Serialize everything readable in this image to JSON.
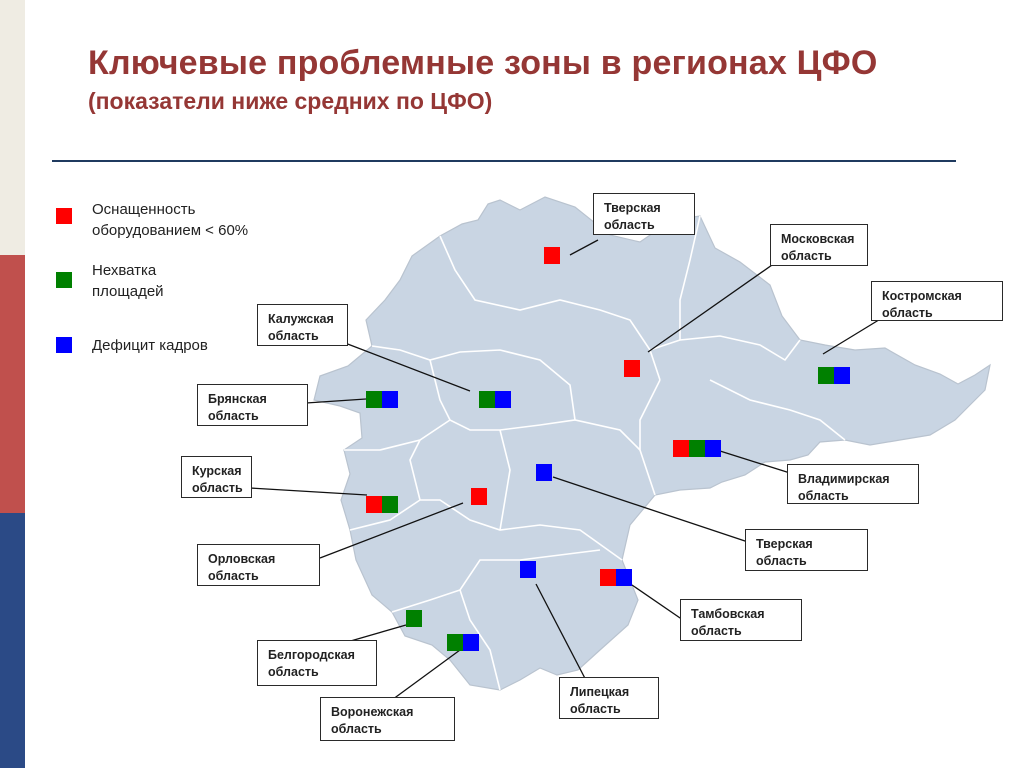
{
  "title": "Ключевые проблемные зоны в регионах ЦФО",
  "subtitle": "(показатели ниже средних по ЦФО)",
  "colors": {
    "red": "#ff0000",
    "green": "#008000",
    "blue": "#0000ff",
    "map": "#c9d5e3",
    "accent": "#953735"
  },
  "legend": [
    {
      "color": "red",
      "label": "Оснащенность\nоборудованием < 60%"
    },
    {
      "color": "green",
      "label": "Нехватка\nплощадей"
    },
    {
      "color": "blue",
      "label": "Дефицит кадров"
    }
  ],
  "regions": [
    {
      "id": "tver",
      "label": "Тверская\nобласть",
      "markers": [
        "red"
      ]
    },
    {
      "id": "moscow",
      "label": "Московская\nобласть",
      "markers": [
        "red"
      ]
    },
    {
      "id": "kostroma",
      "label": "Костромская\nобласть",
      "markers": [
        "green",
        "blue"
      ]
    },
    {
      "id": "kaluga",
      "label": "Калужская\nобласть",
      "markers": [
        "green",
        "blue"
      ]
    },
    {
      "id": "bryansk",
      "label": "Брянская\nобласть",
      "markers": [
        "green",
        "blue"
      ]
    },
    {
      "id": "kursk",
      "label": "Курская\nобласть",
      "markers": [
        "red",
        "green"
      ]
    },
    {
      "id": "vladimir",
      "label": "Владимирская\nобласть",
      "markers": [
        "red",
        "green",
        "blue"
      ]
    },
    {
      "id": "oryol",
      "label": "Орловская\nобласть",
      "markers": [
        "red"
      ]
    },
    {
      "id": "tver2",
      "label": "Тверская\nобласть",
      "markers": [
        "blue"
      ]
    },
    {
      "id": "tambov",
      "label": "Тамбовская\nобласть",
      "markers": [
        "red",
        "blue"
      ]
    },
    {
      "id": "belgorod",
      "label": "Белгородская\nобласть",
      "markers": [
        "green"
      ]
    },
    {
      "id": "lipetsk",
      "label": "Липецкая\nобласть",
      "markers": [
        "blue"
      ]
    },
    {
      "id": "voronezh",
      "label": "Воронежская\nобласть",
      "markers": [
        "green",
        "blue"
      ]
    }
  ]
}
